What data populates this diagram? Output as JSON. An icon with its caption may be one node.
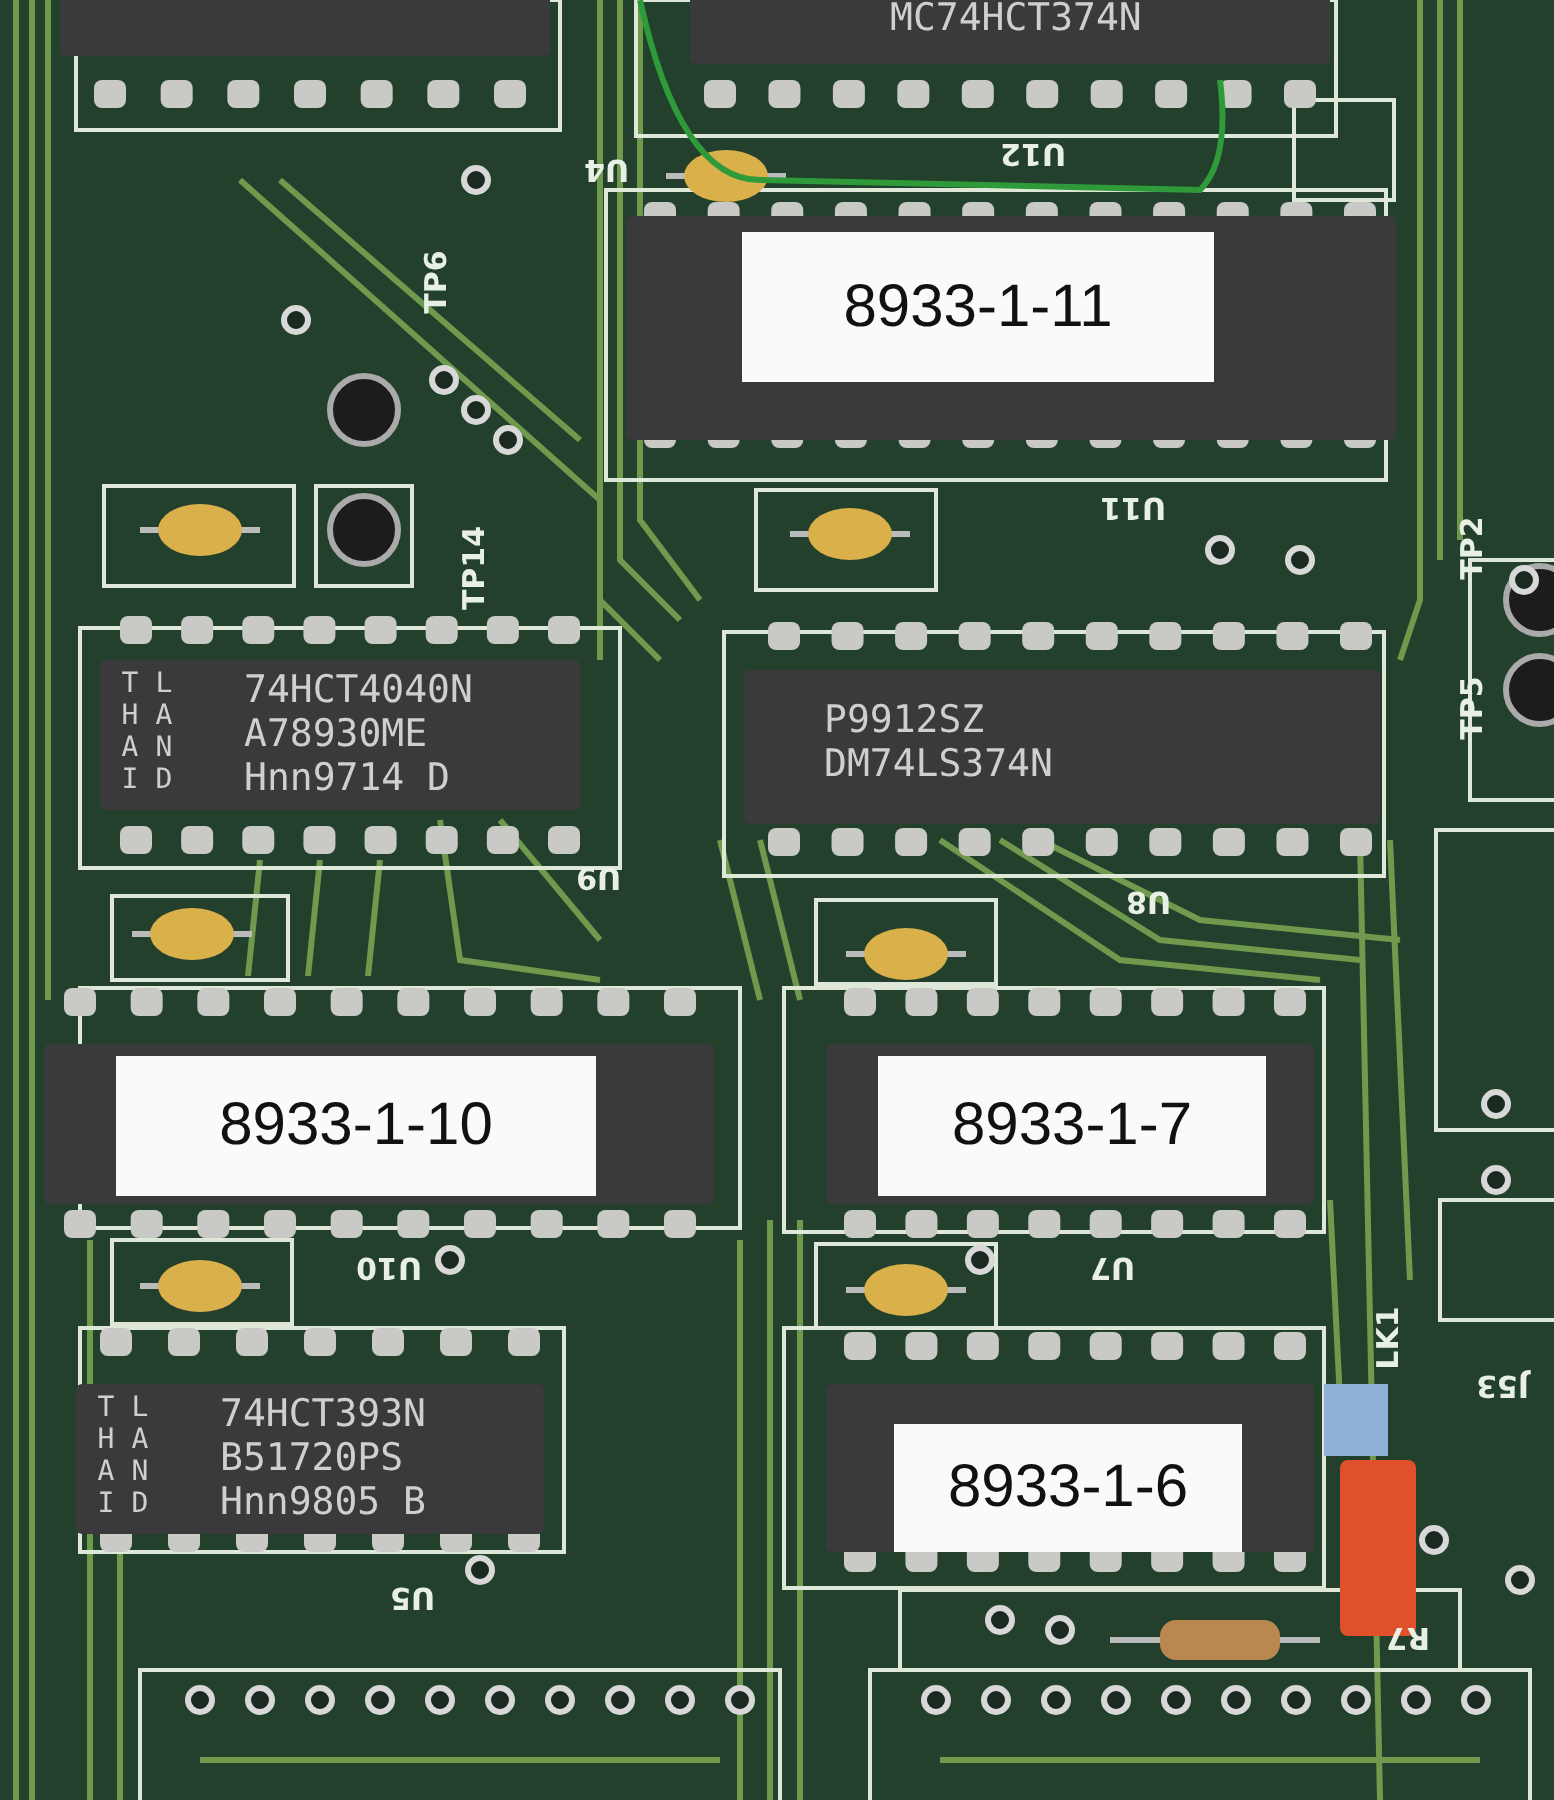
{
  "diagram": {
    "nodes": [
      {
        "text": [],
        "shape": "box"
      },
      {
        "text": [
          "MC74HCT374N"
        ]
      },
      {
        "text": [
          "8933-1-11"
        ]
      },
      {
        "text": [
          "THAILAND",
          "74HCT4040N",
          "A78930ME",
          "Hnn9714 D"
        ]
      },
      {
        "text": [
          "P9912SZ",
          "DM74LS374N"
        ]
      },
      {
        "text": [
          "8933-1-10"
        ]
      },
      {
        "text": [
          "8933-1-7"
        ]
      },
      {
        "text": [
          "THAILAND",
          "74HCT393N",
          "B51720PS",
          "Hnn9805 B"
        ]
      },
      {
        "text": [
          "8933-1-6"
        ]
      }
    ],
    "labels": [
      "U4",
      "U12",
      "TP6",
      "U11",
      "TP14",
      "TP2",
      "TP5",
      "U9",
      "U8",
      "U10",
      "U7",
      "LK1",
      "J53",
      "U5",
      "R7"
    ]
  }
}
